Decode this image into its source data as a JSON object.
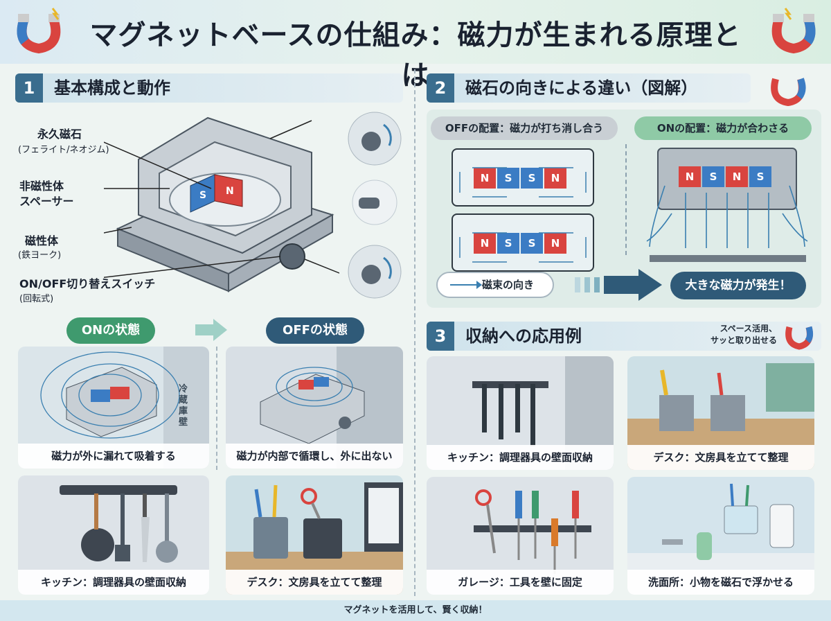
{
  "header": {
    "title": "マグネットベースの仕組み：磁力が生まれる原理とは"
  },
  "section1": {
    "number": "1",
    "title": "基本構成と動作",
    "labels": [
      {
        "main": "永久磁石",
        "sub": "(フェライト/ネオジム)"
      },
      {
        "main": "非磁性体\nスペーサー",
        "sub": ""
      },
      {
        "main": "磁性体",
        "sub": "(鉄ヨーク)"
      },
      {
        "main": "ON/OFF切り替えスイッチ",
        "sub": "(回転式)"
      }
    ],
    "on_state": {
      "label": "ONの状態",
      "caption": "磁力が外に漏れて吸着する",
      "wall_label": "冷\n蔵\n庫\n壁"
    },
    "off_state": {
      "label": "OFFの状態",
      "caption": "磁力が内部で循環し、外に出ない"
    },
    "bottom_examples": [
      {
        "caption": "キッチン：調理器具の壁面収納"
      },
      {
        "caption": "デスク：文房具を立てて整理"
      }
    ],
    "magnet_letters": [
      "S",
      "N"
    ]
  },
  "section2": {
    "number": "2",
    "title": "磁石の向きによる違い（図解）",
    "off_label": "OFFの配置：磁力が打ち消し合う",
    "on_label": "ONの配置：磁力が合わさる",
    "magnets_off": [
      "N",
      "S",
      "S",
      "N"
    ],
    "magnets_on": [
      "N",
      "S",
      "N",
      "S"
    ],
    "legend": "磁束の向き",
    "result": "大きな磁力が発生！"
  },
  "section3": {
    "number": "3",
    "title": "収納への応用例",
    "note": "スペース活用、\nサッと取り出せる",
    "examples": [
      {
        "caption": "キッチン：調理器具の壁面収納"
      },
      {
        "caption": "デスク：文房具を立てて整理"
      },
      {
        "caption": "ガレージ：工具を壁に固定"
      },
      {
        "caption": "洗面所：小物を磁石で浮かせる"
      }
    ]
  },
  "footer": {
    "text": "マグネットを活用して、賢く収納！"
  },
  "colors": {
    "accent": "#3a6d8e",
    "on_green": "#3f9a6e",
    "off_navy": "#2f5a78",
    "north": "#d9443f",
    "south": "#3b7cc4"
  }
}
